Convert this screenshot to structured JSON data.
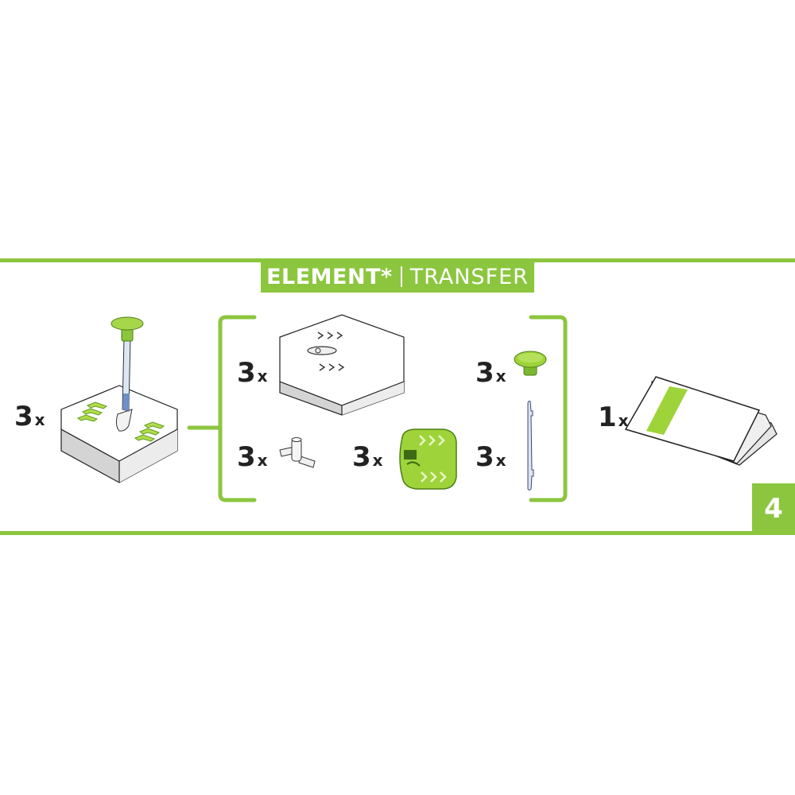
{
  "header": {
    "title_bold": "ELEMENT*",
    "title_light": "TRANSFER"
  },
  "step": {
    "number": "4"
  },
  "colors": {
    "accent_green": "#8cc63f",
    "dark_green": "#5a9a1e",
    "text_dark": "#222222",
    "tile_gray": "#d9d9d9",
    "rod_blue": "#7f9fd0"
  },
  "items": [
    {
      "id": "transfer-tile-with-lever",
      "quantity": "3",
      "unit": "x"
    },
    {
      "id": "hex-tile-arrows",
      "quantity": "3",
      "unit": "x"
    },
    {
      "id": "t-connector",
      "quantity": "3",
      "unit": "x"
    },
    {
      "id": "green-gear-element",
      "quantity": "3",
      "unit": "x"
    },
    {
      "id": "green-cap",
      "quantity": "3",
      "unit": "x"
    },
    {
      "id": "rod",
      "quantity": "3",
      "unit": "x"
    },
    {
      "id": "instruction-booklet",
      "quantity": "1",
      "unit": "x"
    }
  ]
}
